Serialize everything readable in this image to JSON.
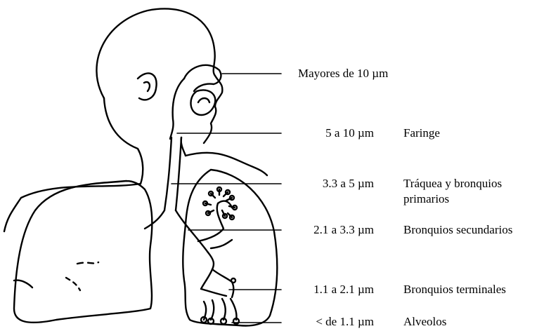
{
  "labels": [
    {
      "size": "Mayores de 10 µm",
      "region": ""
    },
    {
      "size": "5 a 10 µm",
      "region": "Faringe"
    },
    {
      "size": "3.3 a 5 µm",
      "region": "Tráquea y bronquios",
      "region_line2": "primarios"
    },
    {
      "size": "2.1 a 3.3 µm",
      "region": "Bronquios secundarios"
    },
    {
      "size": "1.1 a 2.1 µm",
      "region": "Bronquios terminales"
    },
    {
      "size": "< de 1.1 µm",
      "region": "Alveolos"
    }
  ]
}
